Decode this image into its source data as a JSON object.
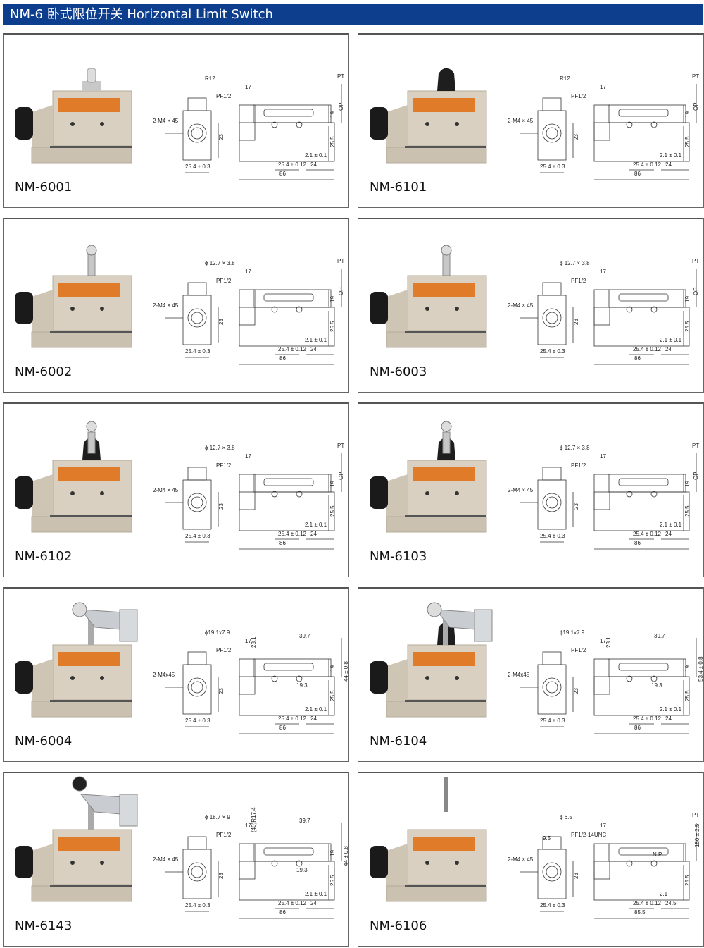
{
  "header": {
    "title": "NM-6 卧式限位开关 Horizontal Limit Switch"
  },
  "colors": {
    "header": "#0d3e8e",
    "body": "#d9d0c1",
    "label": "#e07b2a"
  },
  "products": [
    {
      "model": "NM-6001",
      "actuator": "plunger",
      "labels": {
        "top": "R12",
        "m4": "2-M4 × 45",
        "front": "25.4 ± 0.3",
        "pf": "PF1/2",
        "d17": "17",
        "op": "OP",
        "pt": "PT",
        "d19": "19",
        "d23": "23",
        "d255": "25.5",
        "d21": "2.1 ± 0.1",
        "d254": "25.4 ± 0.12",
        "d24": "24",
        "d86": "86"
      }
    },
    {
      "model": "NM-6101",
      "actuator": "boot-plunger",
      "labels": {
        "top": "R12",
        "m4": "2-M4 × 45",
        "front": "25.4 ± 0.3",
        "pf": "PF1/2",
        "d17": "17",
        "op": "OP",
        "pt": "PT",
        "d19": "19",
        "d23": "23",
        "d255": "25.5",
        "d21": "2.1 ± 0.1",
        "d254": "25.4 ± 0.12",
        "d24": "24",
        "d86": "86"
      }
    },
    {
      "model": "NM-6002",
      "actuator": "roller-plunger",
      "labels": {
        "top": "ϕ 12.7 × 3.8",
        "m4": "2-M4 × 45",
        "front": "25.4 ± 0.3",
        "pf": "PF1/2",
        "d17": "17",
        "op": "OP",
        "pt": "PT",
        "d19": "19",
        "d23": "23",
        "d255": "25.5",
        "d21": "2.1 ± 0.1",
        "d254": "25.4 ± 0.12",
        "d24": "24",
        "d86": "86"
      }
    },
    {
      "model": "NM-6003",
      "actuator": "cross-roller",
      "labels": {
        "top": "ϕ 12.7 × 3.8",
        "m4": "2-M4 × 45",
        "front": "25.4 ± 0.3",
        "pf": "PF1/2",
        "d17": "17",
        "op": "OP",
        "pt": "PT",
        "d19": "19",
        "d23": "23",
        "d255": "25.5",
        "d21": "2.1 ± 0.1",
        "d254": "25.4 ± 0.12",
        "d24": "24",
        "d86": "86"
      }
    },
    {
      "model": "NM-6102",
      "actuator": "boot-roller",
      "labels": {
        "top": "ϕ 12.7 × 3.8",
        "m4": "2-M4 × 45",
        "front": "25.4 ± 0.3",
        "pf": "PF1/2",
        "d17": "17",
        "op": "OP",
        "pt": "PT",
        "d19": "19",
        "d23": "23",
        "d255": "25.5",
        "d21": "2.1 ± 0.1",
        "d254": "25.4 ± 0.12",
        "d24": "24",
        "d86": "86"
      }
    },
    {
      "model": "NM-6103",
      "actuator": "boot-cross-roller",
      "labels": {
        "top": "ϕ 12.7 × 3.8",
        "m4": "2-M4 × 45",
        "front": "25.4 ± 0.3",
        "pf": "PF1/2",
        "d17": "17",
        "op": "OP",
        "pt": "PT",
        "d19": "19",
        "d23": "23",
        "d255": "25.5",
        "d21": "2.1 ± 0.1",
        "d254": "25.4 ± 0.12",
        "d24": "24",
        "d86": "86"
      }
    },
    {
      "model": "NM-6004",
      "actuator": "roller-lever",
      "labels": {
        "top": "ϕ19.1x7.9",
        "m4": "2-M4x45",
        "front": "25.4 ± 0.3",
        "pf": "PF1/2",
        "d17": "17",
        "d231": "23.1",
        "d397": "39.7",
        "d193": "19.3",
        "d44": "44 ± 0.8",
        "d19": "19",
        "d23": "23",
        "d255": "25.5",
        "d21": "2.1 ± 0.1",
        "d254": "25.4 ± 0.12",
        "d24": "24",
        "d86": "86"
      }
    },
    {
      "model": "NM-6104",
      "actuator": "boot-roller-lever",
      "labels": {
        "top": "ϕ19.1x7.9",
        "m4": "2-M4x45",
        "front": "25.4 ± 0.3",
        "pf": "PF1/2",
        "d17": "17",
        "d231": "23.1",
        "d397": "39.7",
        "d193": "19.3",
        "d44": "53.4 ± 0.8",
        "d19": "19",
        "d23": "23",
        "d255": "25.5",
        "d21": "2.1 ± 0.1",
        "d254": "25.4 ± 0.12",
        "d24": "24",
        "d86": "86"
      }
    },
    {
      "model": "NM-6143",
      "actuator": "adjustable-roller-lever",
      "labels": {
        "top": "ϕ 18.7 × 9",
        "m4": "2-M4 × 45",
        "front": "25.4 ± 0.3",
        "pf": "PF1/2",
        "d17": "17",
        "d231": "(40)R17.4",
        "d397": "39.7",
        "d193": "19.3",
        "d44": "44 ± 0.8",
        "d19": "19",
        "d23": "23",
        "d255": "25.5",
        "d21": "2.1 ± 0.1",
        "d254": "25.4 ± 0.12",
        "d24": "24",
        "d86": "86"
      }
    },
    {
      "model": "NM-6106",
      "actuator": "coil-spring",
      "labels": {
        "top": "ϕ 6.5",
        "d95": "9.5",
        "m4": "2-M4 × 45",
        "front": "25.4 ± 0.3",
        "pf": "PF1/2-14UNC",
        "d17": "17",
        "pt": "PT",
        "np": "N.P.",
        "d150": "150 ± 2.5",
        "d23": "23",
        "d255": "25.5",
        "d21": "2.1",
        "d254": "25.4 ± 0.12",
        "d24": "24.5",
        "d86": "85.5"
      }
    }
  ]
}
